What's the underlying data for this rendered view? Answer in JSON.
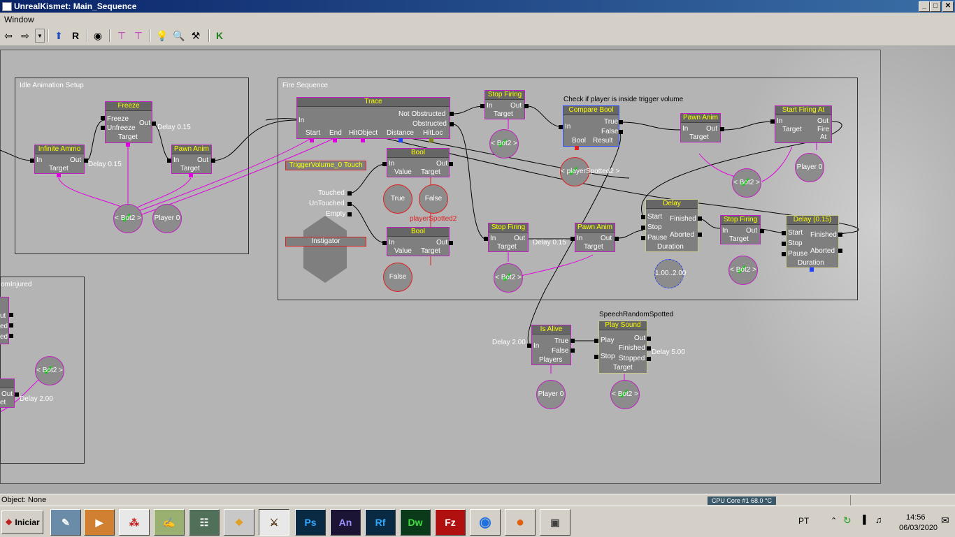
{
  "window": {
    "title": "UnrealKismet: Main_Sequence",
    "minimize": "_",
    "restore": "□",
    "close": "✕"
  },
  "menu": {
    "window": "Window"
  },
  "toolbar": {
    "icons": [
      "back-arrow",
      "forward-arrow",
      "history-dropdown",
      "home-up",
      "refresh-R",
      "show-eye",
      "link-pins",
      "unlink-pins",
      "light-bulb",
      "search-magnifier",
      "tools",
      "kismet-K"
    ]
  },
  "groups": {
    "idle": "Idle Animation Setup",
    "fire": "Fire Sequence",
    "random_injured": "omInjured"
  },
  "nodes": {
    "freeze": {
      "title": "Freeze",
      "in1": "Freeze",
      "in2": "Unfreeze",
      "out": "Out",
      "target": "Target"
    },
    "infinite_ammo": {
      "title": "Infinite Ammo",
      "in": "In",
      "out": "Out",
      "target": "Target"
    },
    "pawn_anim1": {
      "title": "Pawn Anim",
      "in": "In",
      "out": "Out",
      "target": "Target"
    },
    "trace": {
      "title": "Trace",
      "in": "In",
      "not_obstructed": "Not Obstructed",
      "obstructed": "Obstructed",
      "start": "Start",
      "end": "End",
      "hitobject": "HitObject",
      "distance": "Distance",
      "hitloc": "HitLoc"
    },
    "stop_firing1": {
      "title": "Stop Firing",
      "in": "In",
      "out": "Out",
      "target": "Target"
    },
    "compare_bool": {
      "title": "Compare Bool",
      "in": "In",
      "true": "True",
      "false": "False",
      "bool": "Bool",
      "result": "Result",
      "comment": "Check if player is inside trigger volume"
    },
    "pawn_anim2": {
      "title": "Pawn Anim",
      "in": "In",
      "out": "Out",
      "target": "Target"
    },
    "start_firing": {
      "title": "Start Firing At",
      "in": "In",
      "out": "Out",
      "target": "Target",
      "fire": "Fire",
      "at": "At"
    },
    "bool1": {
      "title": "Bool",
      "in": "In",
      "out": "Out",
      "value": "Value",
      "target": "Target"
    },
    "bool2": {
      "title": "Bool",
      "in": "In",
      "out": "Out",
      "value": "Value",
      "target": "Target"
    },
    "trigger": {
      "title": "TriggerVolume_0 Touch",
      "touched": "Touched",
      "untouched": "UnTouched",
      "empty": "Empty",
      "instigator": "Instigator"
    },
    "stop_firing2": {
      "title": "Stop Firing",
      "in": "In",
      "out": "Out",
      "target": "Target"
    },
    "pawn_anim3": {
      "title": "Pawn Anim",
      "in": "In",
      "out": "Out",
      "target": "Target"
    },
    "delay1": {
      "title": "Delay",
      "start": "Start",
      "stop": "Stop",
      "pause": "Pause",
      "finished": "Finished",
      "aborted": "Aborted",
      "duration": "Duration"
    },
    "stop_firing3": {
      "title": "Stop Firing",
      "in": "In",
      "out": "Out",
      "target": "Target"
    },
    "delay2": {
      "title": "Delay (0.15)",
      "start": "Start",
      "stop": "Stop",
      "pause": "Pause",
      "finished": "Finished",
      "aborted": "Aborted",
      "duration": "Duration"
    },
    "is_alive": {
      "title": "Is Alive",
      "in": "In",
      "true": "True",
      "false": "False",
      "players": "Players"
    },
    "play_sound": {
      "title": "Play Sound",
      "play": "Play",
      "stop": "Stop",
      "out": "Out",
      "finished": "Finished",
      "stopped": "Stopped",
      "target": "Target",
      "comment": "SpeechRandomSpotted"
    },
    "left_out1": {
      "out": "ut",
      "e1": "ed",
      "e2": "ed"
    },
    "left_out2": {
      "out": "Out",
      "t": "et"
    }
  },
  "variables": {
    "bot2": "< Bot2 >",
    "player0": "Player 0",
    "true": "True",
    "false": "False",
    "player_spotted": "< playerSpotted2 >",
    "range": "1.00..2.00",
    "spotted_label": "playerSpotted2"
  },
  "delays": {
    "d015a": "Delay 0.15",
    "d015b": "Delay 0.15",
    "d015c": "Delay 0.15",
    "d200a": "Delay 2.00",
    "d200b": "Delay 2.00",
    "d500": "Delay 5.00"
  },
  "status": {
    "text": "Object: None",
    "cpu": "CPU Core #1  68.0 °C"
  },
  "taskbar": {
    "start": "Iniciar",
    "apps": [
      "paint-app",
      "media-player",
      "pdf-reader",
      "notepad-plus",
      "network-monitor",
      "windows-logo",
      "rifle-game",
      "Ps",
      "An",
      "Rf",
      "Dw",
      "Fz",
      "chrome-browser",
      "firefox-browser",
      "media-player-classic"
    ],
    "ps": "Ps",
    "an": "An",
    "rf": "Rf",
    "dw": "Dw",
    "fz": "Fz",
    "lang": "PT",
    "time": "14:56",
    "date": "06/03/2020"
  },
  "colors": {
    "link": "#e000e0",
    "wire": "#000000",
    "node_title": "#ffff00",
    "titlebar": "#0a246a"
  }
}
